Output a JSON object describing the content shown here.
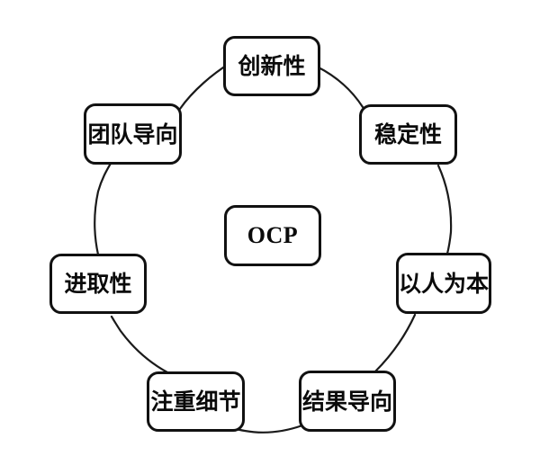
{
  "diagram": {
    "type": "cycle-diagram",
    "title_node": {
      "id": "ocp",
      "label": "OCP",
      "name": "center-node-ocp"
    },
    "background_color": "#ffffff",
    "node_border_color": "#111111",
    "node_fill_color": "#ffffff",
    "connector_color": "#1a1a1a",
    "nodes": [
      {
        "id": "innovation",
        "label": "创新性",
        "position": "top"
      },
      {
        "id": "stability",
        "label": "稳定性",
        "position": "top-right"
      },
      {
        "id": "people",
        "label": "以人为本",
        "position": "right"
      },
      {
        "id": "results",
        "label": "结果导向",
        "position": "bottom-right"
      },
      {
        "id": "detail",
        "label": "注重细节",
        "position": "bottom-left"
      },
      {
        "id": "aggressive",
        "label": "进取性",
        "position": "left"
      },
      {
        "id": "team",
        "label": "团队导向",
        "position": "top-left"
      }
    ],
    "connectors": [
      {
        "from": "team",
        "to": "innovation"
      },
      {
        "from": "innovation",
        "to": "stability"
      },
      {
        "from": "stability",
        "to": "people"
      },
      {
        "from": "people",
        "to": "results"
      },
      {
        "from": "results",
        "to": "detail"
      },
      {
        "from": "detail",
        "to": "aggressive"
      },
      {
        "from": "aggressive",
        "to": "team"
      }
    ]
  }
}
